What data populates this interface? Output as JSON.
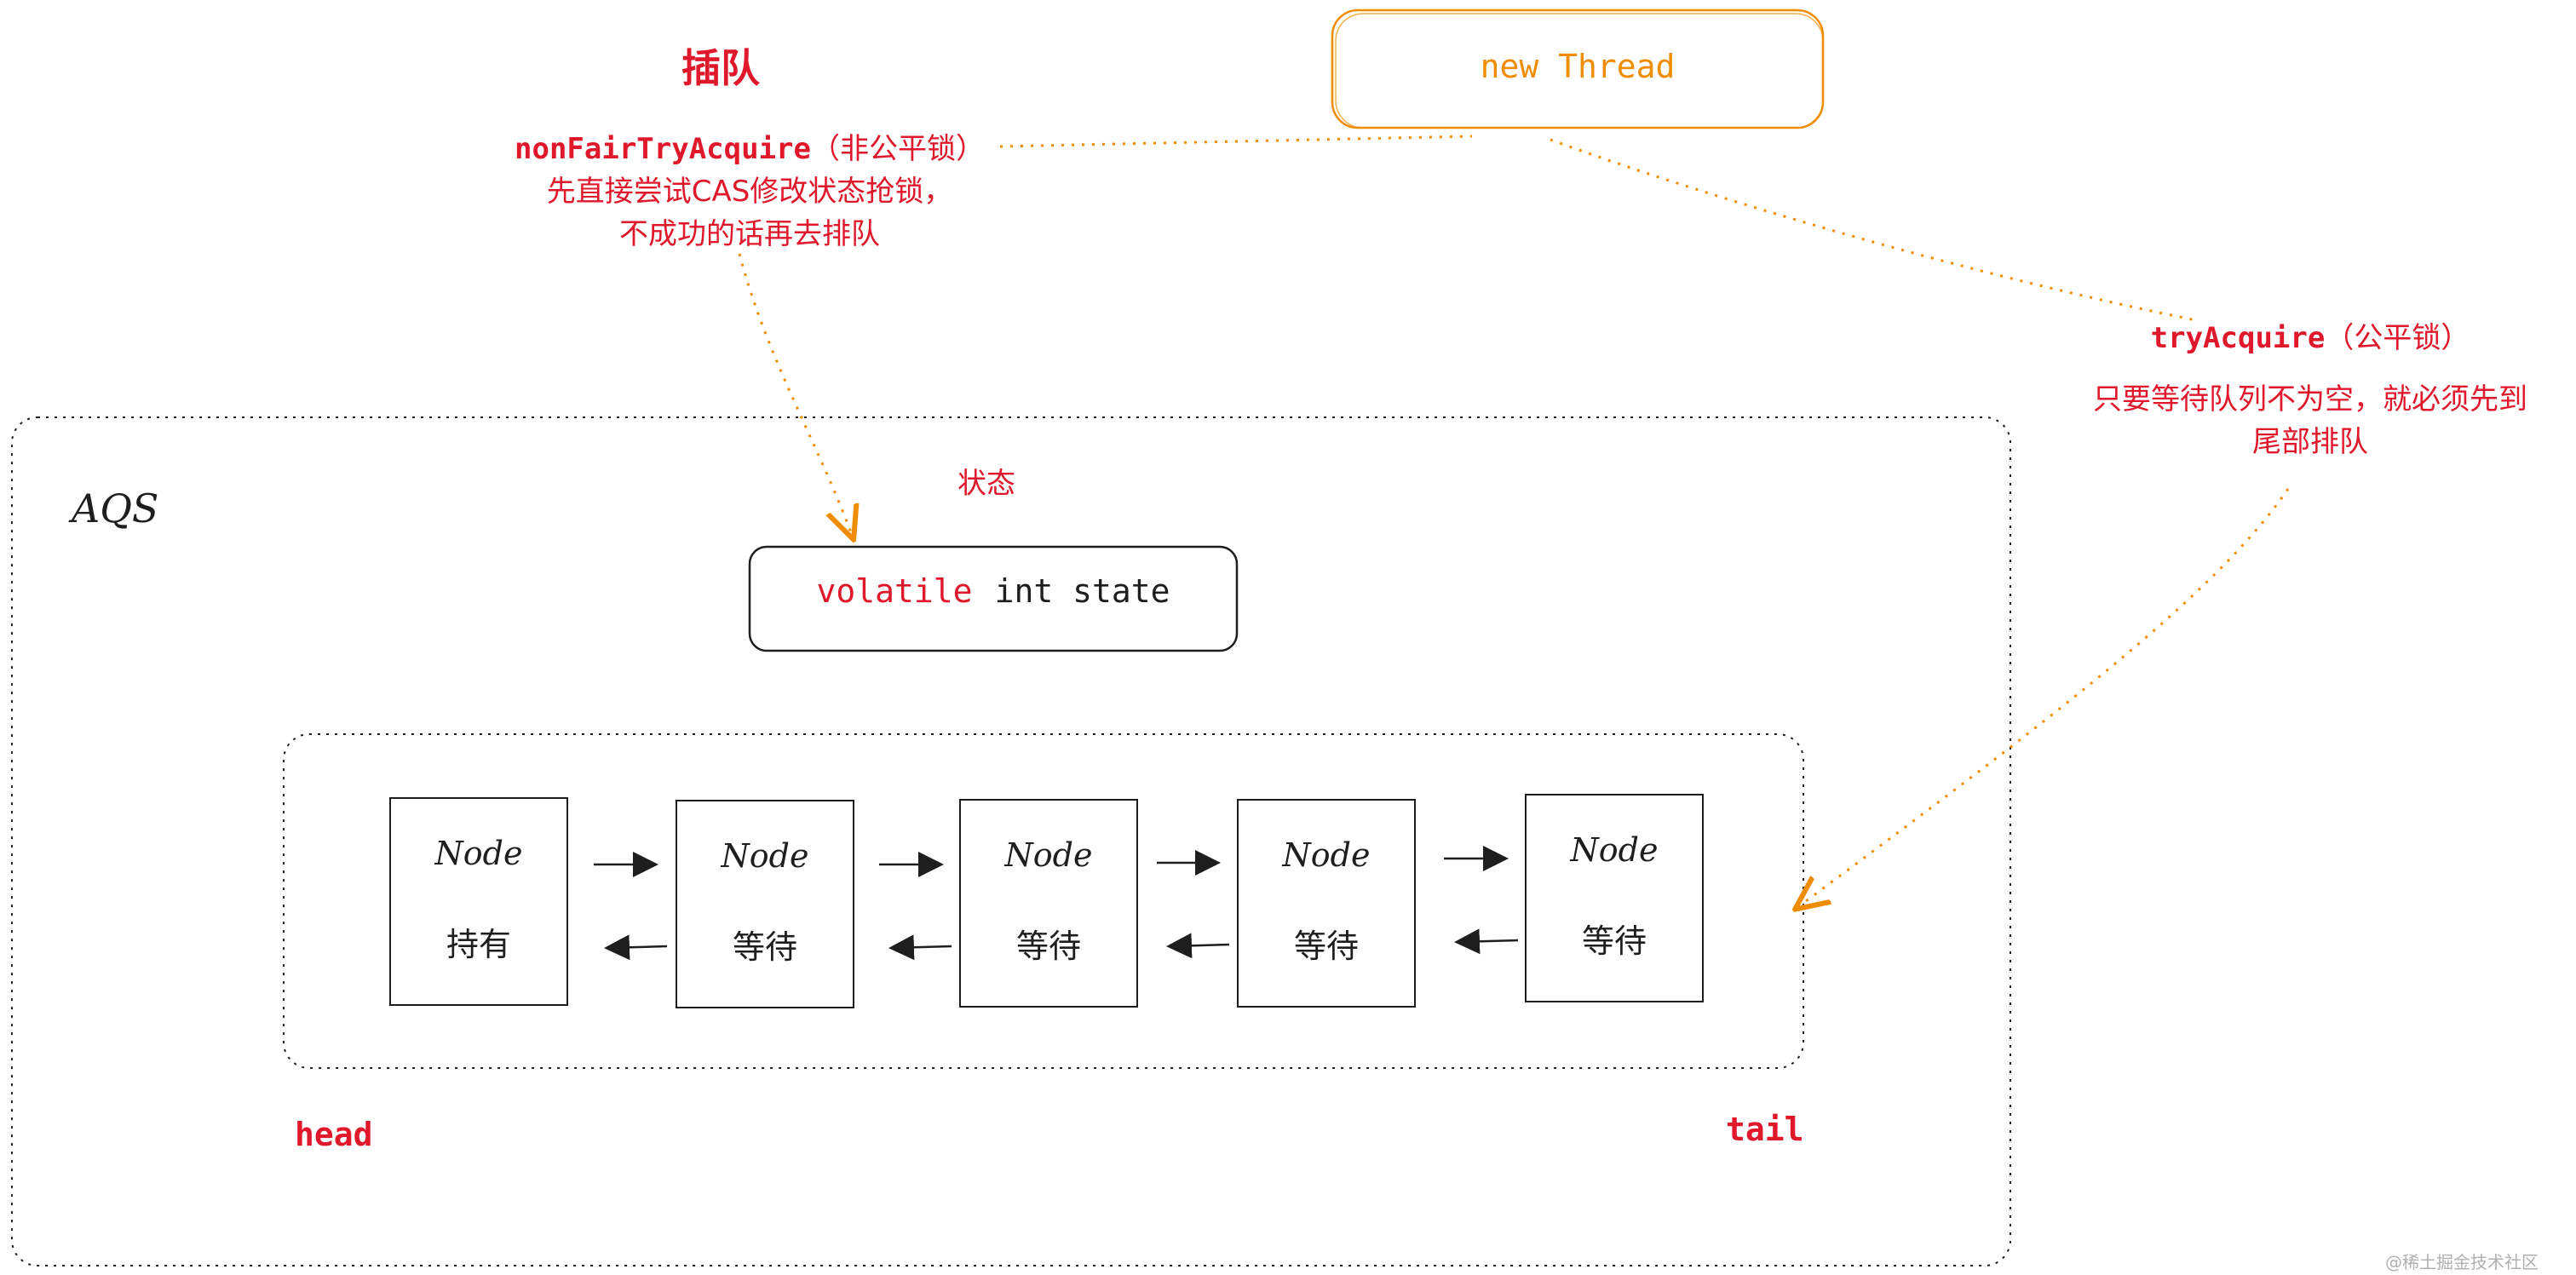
{
  "colors": {
    "red": "#e0182b",
    "orange": "#f08c00",
    "dark": "#1e1e1e"
  },
  "title_cut_in": "插队",
  "unfair": {
    "method": "nonFairTryAcquire",
    "suffix": "（非公平锁）",
    "line1": "先直接尝试CAS修改状态抢锁，",
    "line2": "不成功的话再去排队"
  },
  "new_thread": "new Thread",
  "fair": {
    "method": "tryAcquire",
    "suffix": "（公平锁）",
    "line1": "只要等待队列不为空，就必须先到",
    "line2": "尾部排队"
  },
  "aqs_label": "AQS",
  "state_caption": "状态",
  "state_box": {
    "keyword": "volatile",
    "decl": "int state"
  },
  "nodes": [
    {
      "label": "Node",
      "status": "持有"
    },
    {
      "label": "Node",
      "status": "等待"
    },
    {
      "label": "Node",
      "status": "等待"
    },
    {
      "label": "Node",
      "status": "等待"
    },
    {
      "label": "Node",
      "status": "等待"
    }
  ],
  "head_label": "head",
  "tail_label": "tail",
  "watermark": "@稀土掘金技术社区"
}
